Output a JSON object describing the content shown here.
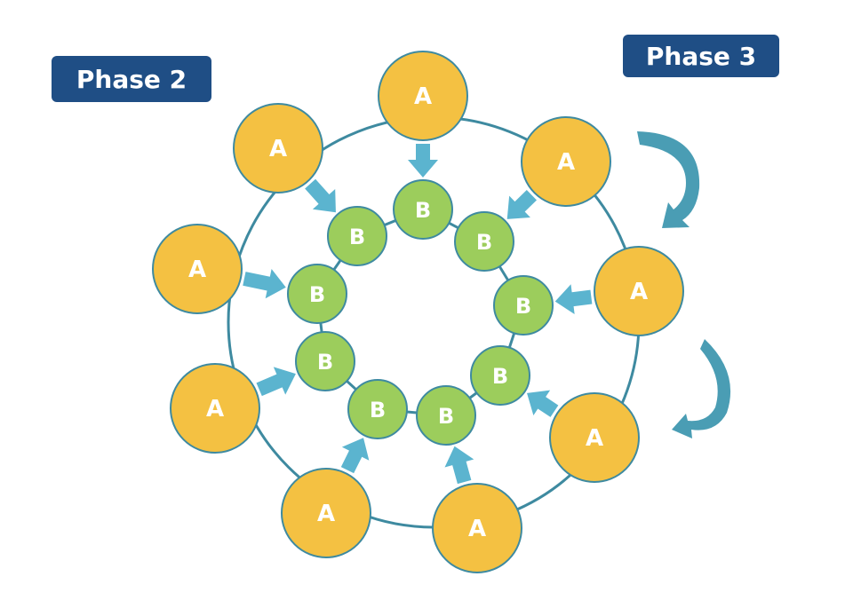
{
  "phase_labels": {
    "left": "Phase 2",
    "right": "Phase 3"
  },
  "colors": {
    "a_fill": "#f4c142",
    "b_fill": "#9ccd5c",
    "outline": "#3e8aa0",
    "arrow": "#5bb4cf",
    "curved_arrow": "#4a9db4",
    "badge": "#1f4e85"
  },
  "outer_nodes": {
    "label": "A",
    "count": 9
  },
  "inner_nodes": {
    "label": "B",
    "count": 9
  },
  "relations": "each A points an arrow to an adjacent B; B nodes linked in a ring; A nodes lie on an outer ring",
  "rotation_indicators": [
    "clockwise-arrow-upper",
    "clockwise-arrow-lower"
  ]
}
